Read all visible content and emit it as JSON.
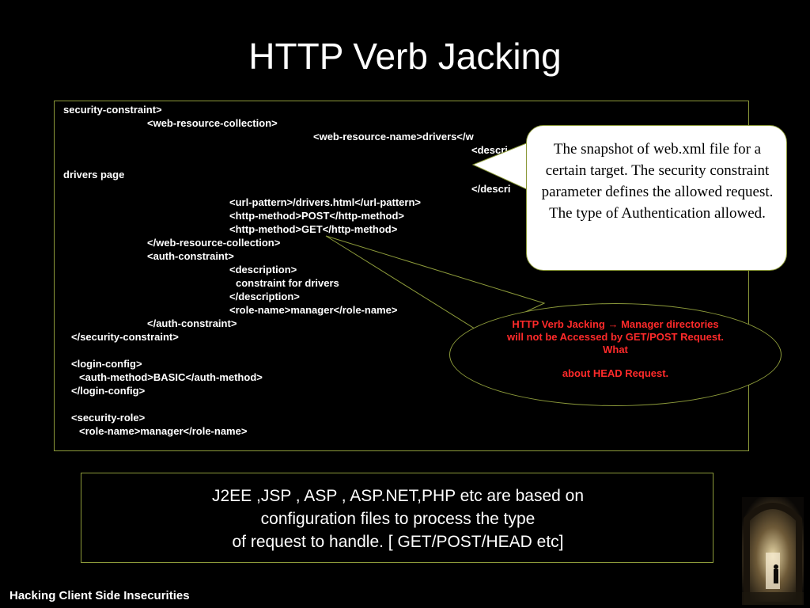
{
  "title": "HTTP Verb Jacking",
  "code": {
    "line1": "security-constraint>",
    "line2": "<web-resource-collection>",
    "line3": "<web-resource-name>drivers</w",
    "line4": "<descri",
    "line5": "drivers page",
    "line6": "</descri",
    "line7": "<url-pattern>/drivers.html</url-pattern>",
    "line8": "<http-method>POST</http-method>",
    "line9": "<http-method>GET</http-method>",
    "line10": "</web-resource-collection>",
    "line11": "<auth-constraint>",
    "line12": "<description>",
    "line13": "constraint for drivers",
    "line14": "</description>",
    "line15": "<role-name>manager</role-name>",
    "line16": "</auth-constraint>",
    "line17": "</security-constraint>",
    "line18": "<login-config>",
    "line19": "<auth-method>BASIC</auth-method>",
    "line20": "</login-config>",
    "line21": "<security-role>",
    "line22": "<role-name>manager</role-name>"
  },
  "callout_note": "The snapshot of web.xml file for a certain target. The security constraint parameter defines the allowed request. The type of Authentication allowed.",
  "ellipse_note_line1": "HTTP Verb Jacking → Manager directories  will not be Accessed by GET/POST Request. What",
  "ellipse_note_line2": "about HEAD Request.",
  "bottom_note_line1": "J2EE ,JSP , ASP , ASP.NET,PHP etc are based on",
  "bottom_note_line2": "configuration files to process the type",
  "bottom_note_line3": "of request to handle. [ GET/POST/HEAD etc]",
  "footer": "Hacking Client Side Insecurities",
  "colors": {
    "background": "#000000",
    "border": "#8c9a3a",
    "alert": "#ff2a2a"
  }
}
